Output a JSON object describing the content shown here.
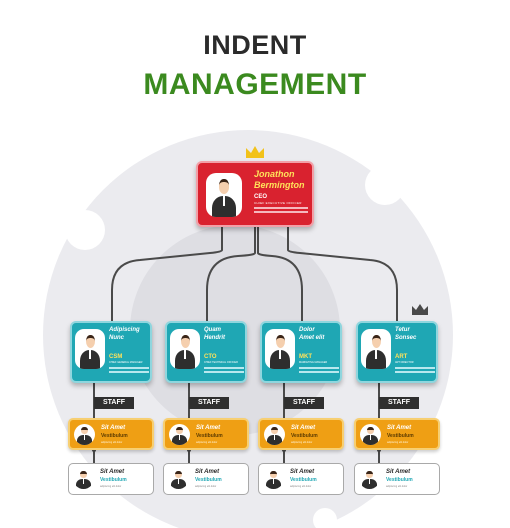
{
  "title": {
    "line1": "INDENT",
    "line2": "MANAGEMENT"
  },
  "colors": {
    "title_dark": "#2b2b2b",
    "title_green": "#3b8a1f",
    "ceo": "#d9222f",
    "manager": "#1fa7b4",
    "staff_gold": "#ef9f14",
    "staff_white": "#ffffff",
    "connector": "#4a4a4a",
    "background_circle": "#e6e6ea"
  },
  "ceo": {
    "name_line1": "Jonathon",
    "name_line2": "Bermington",
    "role": "CEO",
    "subtitle": "CHIEF EXECUTIVE OFFICER",
    "icon": "crown-gold-icon"
  },
  "managers": [
    {
      "name_line1": "Adipiscing",
      "name_line2": "Nunc",
      "role": "CSM",
      "subtitle": "CHIEF GENERAL MANAGER",
      "staff_label": "STAFF"
    },
    {
      "name_line1": "Quam",
      "name_line2": "Hendrit",
      "role": "CTO",
      "subtitle": "CHIEF TECHNICAL OFFICER",
      "staff_label": "STAFF"
    },
    {
      "name_line1": "Dolor",
      "name_line2": "Amet elit",
      "role": "MKT",
      "subtitle": "MARKETING MANAGER",
      "staff_label": "STAFF"
    },
    {
      "name_line1": "Tetur",
      "name_line2": "Sonsec",
      "role": "ART",
      "subtitle": "ART DIRECTOR",
      "staff_label": "STAFF"
    }
  ],
  "staff_gold": [
    {
      "name": "Sit Amet",
      "role": "Vestibulum",
      "sub": "adipiscing elit dolor"
    },
    {
      "name": "Sit Amet",
      "role": "Vestibulum",
      "sub": "adipiscing elit dolor"
    },
    {
      "name": "Sit Amet",
      "role": "Vestibulum",
      "sub": "adipiscing elit dolor"
    },
    {
      "name": "Sit Amet",
      "role": "Vestibulum",
      "sub": "adipiscing elit dolor"
    }
  ],
  "staff_white": [
    {
      "name": "Sit Amet",
      "role": "Vestibulum",
      "sub": "adipiscing elit dolor"
    },
    {
      "name": "Sit Amet",
      "role": "Vestibulum",
      "sub": "adipiscing elit dolor"
    },
    {
      "name": "Sit Amet",
      "role": "Vestibulum",
      "sub": "adipiscing elit dolor"
    },
    {
      "name": "Sit Amet",
      "role": "Vestibulum",
      "sub": "adipiscing elit dolor"
    }
  ],
  "decorations": {
    "gold_crown": "crown-gold-icon",
    "gray_crown": "crown-gray-icon"
  }
}
